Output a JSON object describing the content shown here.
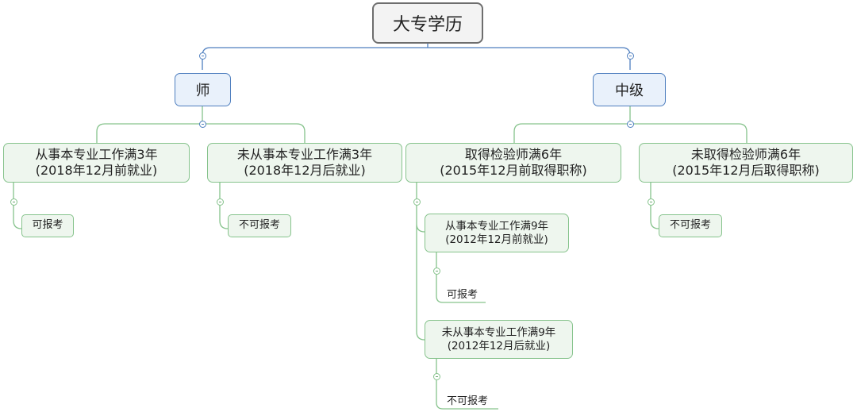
{
  "root": {
    "label": "大专学历"
  },
  "branches": {
    "shi": {
      "label": "师",
      "children": {
        "a": {
          "line1": "从事本专业工作满3年",
          "line2": "(2018年12月前就业)",
          "leaf": "可报考"
        },
        "b": {
          "line1": "未从事本专业工作满3年",
          "line2": "(2018年12月后就业)",
          "leaf": "不可报考"
        }
      }
    },
    "zhongji": {
      "label": "中级",
      "children": {
        "c": {
          "line1": "取得检验师满6年",
          "line2": "(2015年12月前取得职称)",
          "children": {
            "c1": {
              "line1": "从事本专业工作满9年",
              "line2": "(2012年12月前就业)",
              "leaf": "可报考"
            },
            "c2": {
              "line1": "未从事本专业工作满9年",
              "line2": "(2012年12月后就业)",
              "leaf": "不可报考"
            }
          }
        },
        "d": {
          "line1": "未取得检验师满6年",
          "line2": "(2015年12月后取得职称)",
          "leaf": "不可报考"
        }
      }
    }
  },
  "colors": {
    "root_border": "#6e6e6e",
    "branch_border": "#4f7fbf",
    "branch_fill": "#e9f1fb",
    "box_border": "#86c38c",
    "box_fill": "#eef6ee"
  }
}
